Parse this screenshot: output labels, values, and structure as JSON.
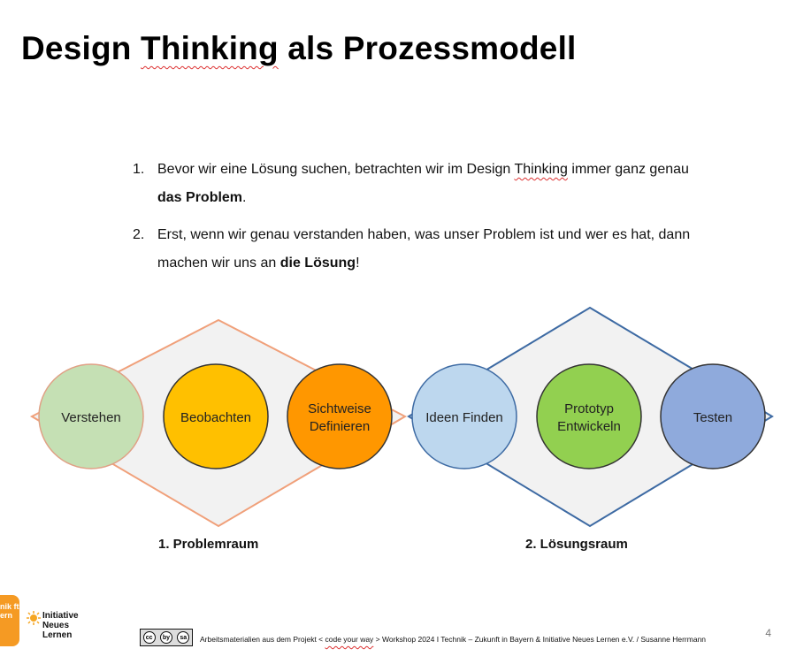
{
  "title": {
    "part1": "Design ",
    "part2": "Thinking",
    "part3": " als Prozessmodell"
  },
  "points": [
    {
      "num": "1.",
      "text_a": "Bevor wir eine Lösung suchen, betrachten wir im Design ",
      "text_sq": "Thinking",
      "text_b": " immer ganz genau ",
      "bold": "das Problem",
      "text_c": "."
    },
    {
      "num": "2.",
      "text_a": "Erst, wenn wir genau verstanden haben, was unser Problem ist und wer es hat, dann machen wir uns an ",
      "bold": "die Lösung",
      "text_c": "!"
    }
  ],
  "diagram": {
    "colors": {
      "problem_outline": "#f0a07a",
      "solution_outline": "#3d6aa3",
      "diamond_fill": "#f2f2f2"
    },
    "problem_space": {
      "label": "1. Problemraum",
      "steps": [
        {
          "line1": "Verstehen",
          "line2": "",
          "fill": "#c5e0b4",
          "stroke": "#e0a085"
        },
        {
          "line1": "Beobachten",
          "line2": "",
          "fill": "#ffc000",
          "stroke": "#333333"
        },
        {
          "line1": "Sichtweise",
          "line2": "Definieren",
          "fill": "#ff9700",
          "stroke": "#333333"
        }
      ]
    },
    "solution_space": {
      "label": "2. Lösungsraum",
      "steps": [
        {
          "line1": "Ideen Finden",
          "line2": "",
          "fill": "#bdd7ee",
          "stroke": "#3d6aa3"
        },
        {
          "line1": "Prototyp",
          "line2": "Entwickeln",
          "fill": "#92d050",
          "stroke": "#333333"
        },
        {
          "line1": "Testen",
          "line2": "",
          "fill": "#8faadc",
          "stroke": "#333333"
        }
      ]
    }
  },
  "footer": {
    "orange_tab_text": "nik ft ern",
    "initiative_logo": [
      "Initiative",
      "Neues",
      "Lernen"
    ],
    "cc_badge": [
      "cc",
      "by",
      "sa"
    ],
    "text_a": "Arbeitsmaterialien aus dem Projekt  < ",
    "text_sq": "code your way",
    "text_b": " >  Workshop 2024   I   Technik  –  Zukunft in Bayern  & Initiative Neues Lernen e.V. / Susanne Herrmann",
    "page_number": "4"
  }
}
